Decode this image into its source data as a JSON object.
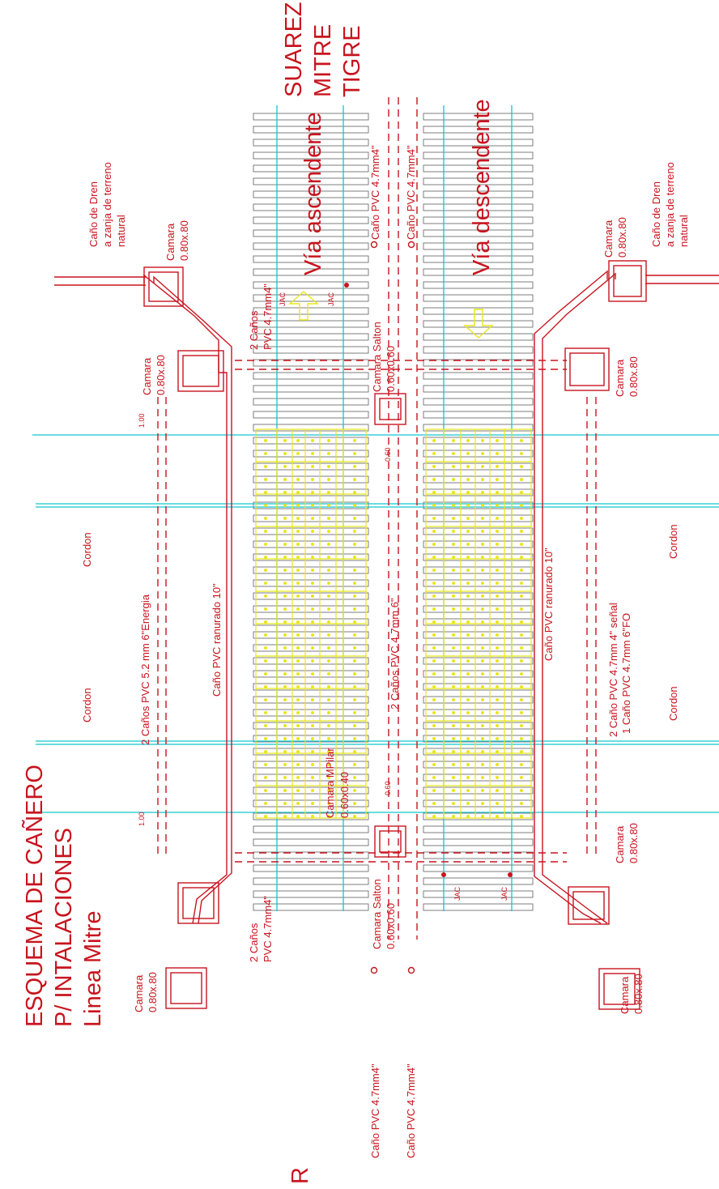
{
  "title": {
    "line1": "ESQUEMA DE CAÑERO",
    "line2": "P/ INTALACIONES",
    "line3": "Linea Mitre"
  },
  "stations": {
    "bottom": "RETIRO",
    "top": [
      "SUAREZ",
      "MITRE",
      "TIGRE"
    ]
  },
  "tracks": {
    "ascending": "Vía ascendente",
    "descending": "Vía descendente"
  },
  "labels": {
    "drain_left": [
      "Caño de Dren",
      "a zanja de terreno",
      "natural"
    ],
    "drain_right": [
      "Caño de Dren",
      "a zanja de terreno",
      "natural"
    ],
    "camara": "Camara",
    "size_80": "0.80x.80",
    "camara_salton": "Camara Salton",
    "size_60": "0.60x0.60",
    "camara_mpilar": "Camara MPilar",
    "size_40": "0.60x0.40",
    "dos_canos": "2 Caños",
    "pvc_47_4": "PVC 4.7mm4\"",
    "energia": "2 Caños PVC 5.2 mm 6\"Energia",
    "ranurado": "Caño PVC ranurado 10\"",
    "center_pipes": "2 Caños PVC 4.7mm 6\"",
    "senal_1": "2 Caño PVC 4.7mm 4\" señal",
    "senal_2": "1 Caño PVC 4.7mm 6\"FO",
    "cordon": "Cordon",
    "cano_pvc_47": "Caño PVC 4.7mm4\"",
    "jac": "JAC",
    "dim_100": "1.00",
    "dim_060": "0.60"
  },
  "colors": {
    "red": "#c8141e",
    "cyan": "#11c6cf",
    "yellow": "#e8e61a",
    "tie": "#6f6f6f"
  }
}
